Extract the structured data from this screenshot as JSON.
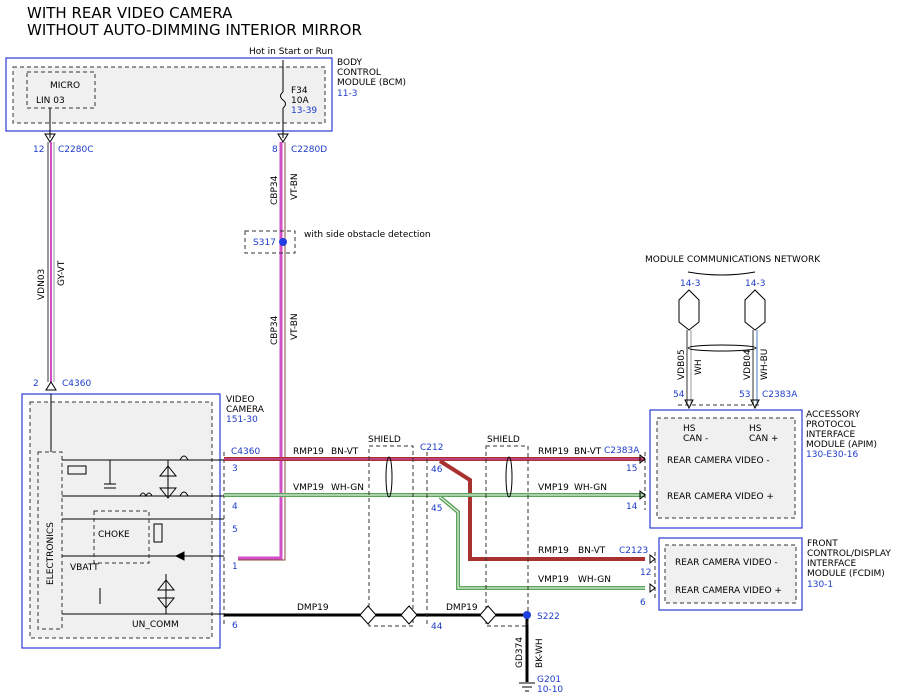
{
  "title": {
    "line1": "WITH REAR VIDEO CAMERA",
    "line2": "WITHOUT AUTO-DIMMING INTERIOR MIRROR"
  },
  "bcm": {
    "name_lines": [
      "BODY",
      "CONTROL",
      "MODULE (BCM)"
    ],
    "ref": "11-3",
    "micro_label": "MICRO",
    "lin_label": "LIN 03",
    "hot_label": "Hot in Start or Run",
    "fuse_name": "F34",
    "fuse_rating": "10A",
    "fuse_ref": "13-39"
  },
  "connectors": {
    "c2280c_pin": "12",
    "c2280c": "C2280C",
    "c2280d_pin": "8",
    "c2280d": "C2280D",
    "c4360_top_pin": "2",
    "c4360_top": "C4360",
    "c4360_side": "C4360",
    "c212": "C212",
    "c2383a_top": "C2383A",
    "c2383a_side": "C2383A",
    "c2123": "C2123"
  },
  "wires": {
    "vdn03": "VDN03",
    "gy_vt": "GY-VT",
    "cbp34_a": "CBP34",
    "vt_bn_a": "VT-BN",
    "cbp34_b": "CBP34",
    "vt_bn_b": "VT-BN",
    "rmp19_a": "RMP19",
    "bn_vt_a": "BN-VT",
    "vmp19_a": "VMP19",
    "wh_gn_a": "WH-GN",
    "dmp19_a": "DMP19",
    "rmp19_b": "RMP19",
    "bn_vt_b": "BN-VT",
    "vmp19_b": "VMP19",
    "wh_gn_b": "WH-GN",
    "dmp19_b": "DMP19",
    "rmp19_c": "RMP19",
    "bn_vt_c": "BN-VT",
    "vmp19_c": "VMP19",
    "wh_gn_c": "WH-GN",
    "vdb05": "VDB05",
    "wh": "WH",
    "vdb04": "VDB04",
    "wh_bu": "WH-BU",
    "gd374": "GD374",
    "bk_wh": "BK-WH"
  },
  "splice": {
    "s317": "S317",
    "s317_note": "with side obstacle detection",
    "s222": "S222"
  },
  "shields": [
    "SHIELD",
    "SHIELD"
  ],
  "camera": {
    "name_lines": [
      "VIDEO",
      "CAMERA"
    ],
    "ref": "151-30",
    "electronics": "ELECTRONICS",
    "choke": "CHOKE",
    "vbatt": "VBATT",
    "un_comm": "UN_COMM",
    "pins": [
      "3",
      "4",
      "5",
      "1",
      "6"
    ]
  },
  "pins_mid": {
    "p46": "46",
    "p45": "45",
    "p44": "44"
  },
  "apim": {
    "name_lines": [
      "ACCESSORY",
      "PROTOCOL",
      "INTERFACE",
      "MODULE (APIM)"
    ],
    "ref": "130-E30-16",
    "hs_can_minus": [
      "HS",
      "CAN -"
    ],
    "hs_can_plus": [
      "HS",
      "CAN +"
    ],
    "video_minus": "REAR CAMERA VIDEO -",
    "video_plus": "REAR CAMERA VIDEO +",
    "pin54": "54",
    "pin53": "53",
    "pin15": "15",
    "pin14": "14"
  },
  "fcdim": {
    "name_lines": [
      "FRONT",
      "CONTROL/DISPLAY",
      "INTERFACE",
      "MODULE (FCDIM)"
    ],
    "ref": "130-1",
    "video_minus": "REAR CAMERA VIDEO -",
    "video_plus": "REAR CAMERA VIDEO +",
    "pin12": "12",
    "pin6": "6"
  },
  "network": {
    "label": "MODULE COMMUNICATIONS NETWORK",
    "ref_a": "14-3",
    "ref_b": "14-3"
  },
  "ground": {
    "g201": "G201",
    "ref": "10-10"
  },
  "colors": {
    "reference_blue": "#1e3cc8",
    "module_border": "#2a3bd6",
    "wire_violet": "#d24fc8",
    "wire_brown": "#a8322f",
    "wire_green": "#5aa35a",
    "wire_gray": "#9a9a9a"
  }
}
